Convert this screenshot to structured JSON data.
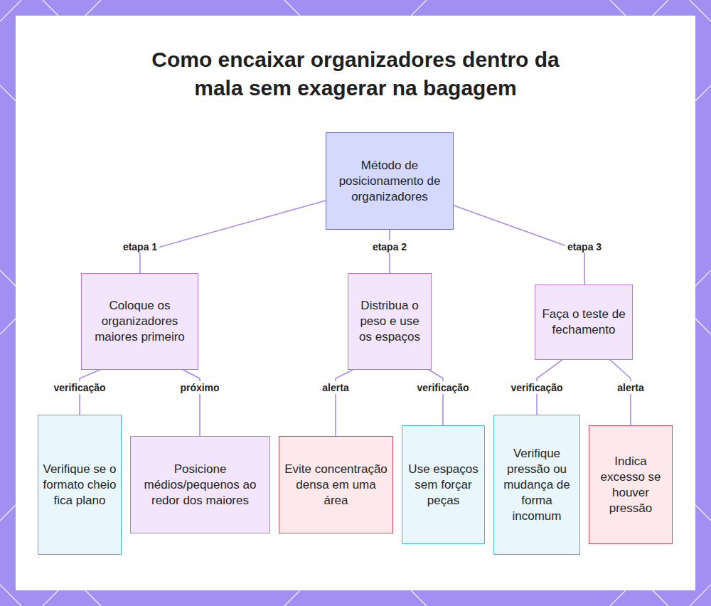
{
  "diagram": {
    "title": "Como encaixar organizadores dentro da mala sem exagerar na bagagem",
    "nodes": [
      {
        "text": [
          "Método de posicionamento de organizadores"
        ]
      },
      {
        "text": [
          "Coloque os organizadores maiores primeiro"
        ]
      },
      {
        "text": [
          "Distribua o peso e use os espaços"
        ]
      },
      {
        "text": [
          "Faça o teste de fechamento"
        ]
      },
      {
        "text": [
          "Verifique se o formato cheio fica plano"
        ]
      },
      {
        "text": [
          "Posicione médios/pequenos ao redor dos maiores"
        ]
      },
      {
        "text": [
          "Evite concentração densa em uma área"
        ]
      },
      {
        "text": [
          "Use espaços sem forçar peças"
        ]
      },
      {
        "text": [
          "Verifique pressão ou mudança de forma incomum"
        ]
      },
      {
        "text": [
          "Indica excesso se houver pressão"
        ]
      }
    ],
    "edges": [
      {
        "from": 0,
        "to": 1,
        "label": "etapa 1",
        "arrow": "none"
      },
      {
        "from": 0,
        "to": 2,
        "label": "etapa 2",
        "arrow": "none"
      },
      {
        "from": 0,
        "to": 3,
        "label": "etapa 3",
        "arrow": "none"
      },
      {
        "from": 1,
        "to": 4,
        "label": "verificação",
        "arrow": "none"
      },
      {
        "from": 1,
        "to": 5,
        "label": "próximo",
        "arrow": "none"
      },
      {
        "from": 2,
        "to": 6,
        "label": "alerta",
        "arrow": "none"
      },
      {
        "from": 2,
        "to": 7,
        "label": "verificação",
        "arrow": "none"
      },
      {
        "from": 3,
        "to": 8,
        "label": "verificação",
        "arrow": "none"
      },
      {
        "from": 3,
        "to": 9,
        "label": "alerta",
        "arrow": "none"
      }
    ]
  }
}
